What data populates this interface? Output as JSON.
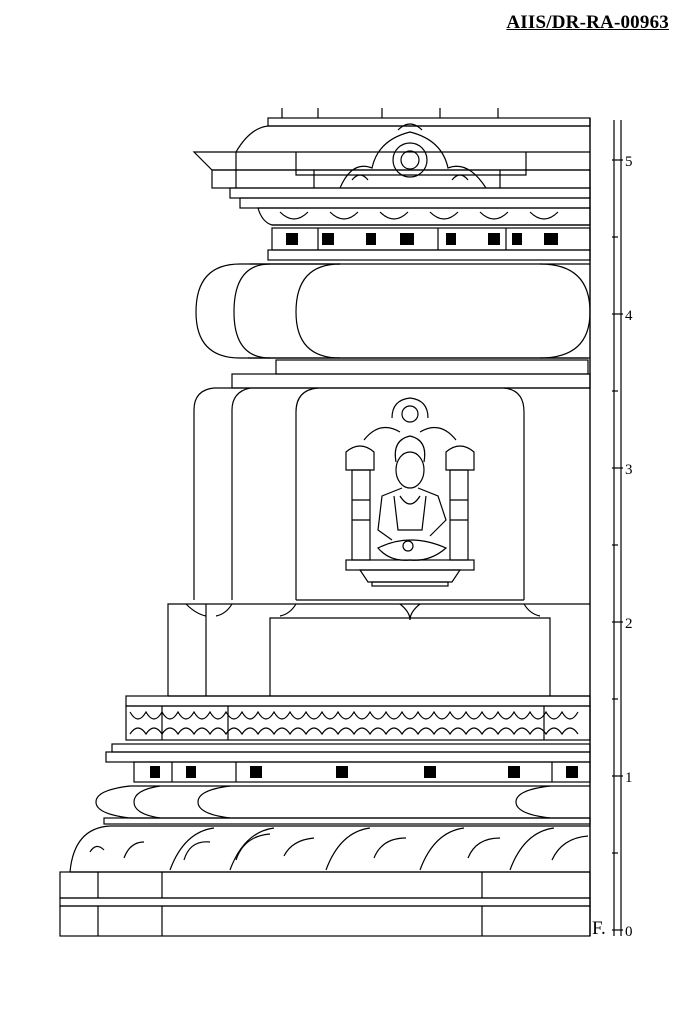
{
  "drawing_id": "AIIS/DR-RA-00963",
  "section_label": "F.",
  "scale_ticks": [
    {
      "value": 0,
      "label": "0"
    },
    {
      "value": 1,
      "label": "1"
    },
    {
      "value": 2,
      "label": "2"
    },
    {
      "value": 3,
      "label": "3"
    },
    {
      "value": 4,
      "label": "4"
    },
    {
      "value": 5,
      "label": "5"
    }
  ],
  "colors": {
    "ink": "#000000",
    "paper": "#ffffff"
  }
}
